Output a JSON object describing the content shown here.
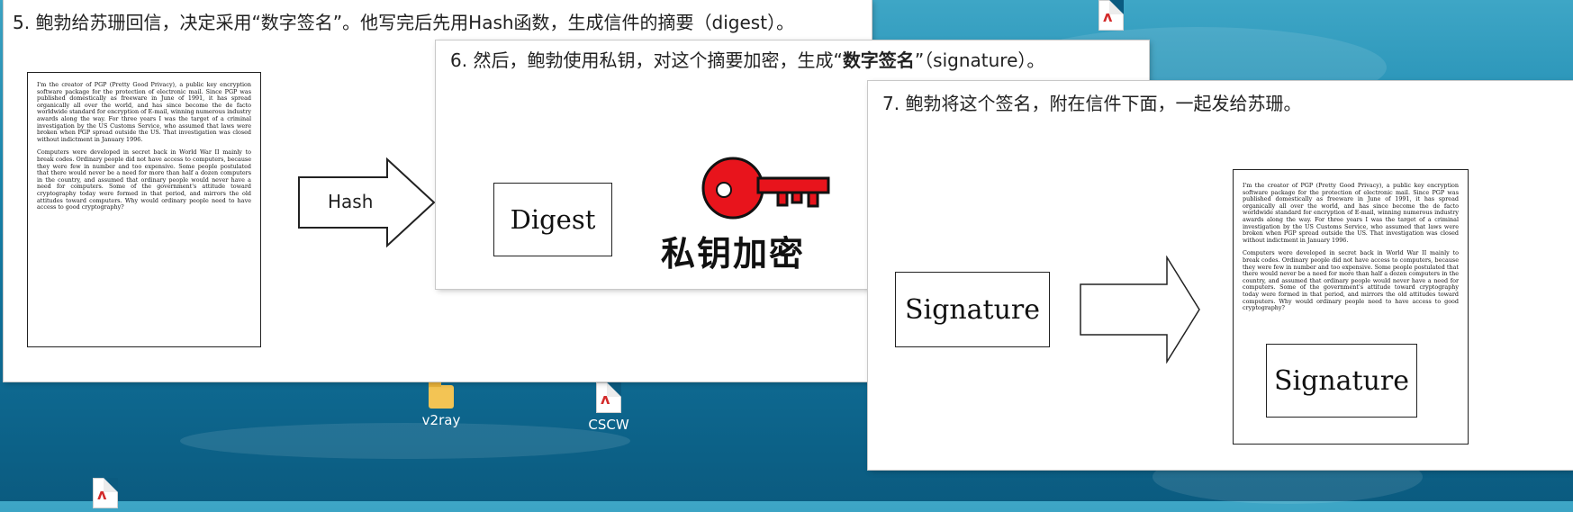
{
  "slides": {
    "step5": {
      "title": "5. 鲍勃给苏珊回信，决定采用“数字签名”。他写完后先用Hash函数，生成信件的摘要（digest）。",
      "arrow_label": "Hash"
    },
    "step6": {
      "title_before": "6. 然后，鲍勃使用私钥，对这个摘要加密，生成“",
      "title_bold": "数字签名",
      "title_after": "”（signature）。",
      "digest_label": "Digest",
      "key_caption": "私钥加密"
    },
    "step7": {
      "title": "7. 鲍勃将这个签名，附在信件下面，一起发给苏珊。",
      "signature_label": "Signature",
      "attached_signature_label": "Signature"
    }
  },
  "letter": {
    "paragraphs": [
      "I'm the creator of PGP (Pretty Good Privacy), a public key encryption software package for the protection of electronic mail. Since PGP was published domestically as freeware in June of 1991, it has spread organically all over the world, and has since become the de facto worldwide standard for encryption of E-mail, winning numerous industry awards along the way. For three years I was the target of a criminal investigation by the US Customs Service, who assumed that laws were broken when PGP spread outside the US. That investigation was closed without indictment in January 1996.",
      "Computers were developed in secret back in World War II mainly to break codes. Ordinary people did not have access to computers, because they were few in number and too expensive. Some people postulated that there would never be a need for more than half a dozen computers in the country, and assumed that ordinary people would never have a need for computers. Some of the government's attitude toward cryptography today were formed in that period, and mirrors the old attitudes toward computers. Why would ordinary people need to have access to good cryptography?"
    ]
  },
  "desktop": {
    "icons": [
      {
        "label": "v2ray",
        "type": "folder-icon"
      },
      {
        "label": "CSCW",
        "type": "pdf-icon"
      }
    ]
  },
  "colors": {
    "key": "#e8141c",
    "desktop": "#1a86ad"
  }
}
